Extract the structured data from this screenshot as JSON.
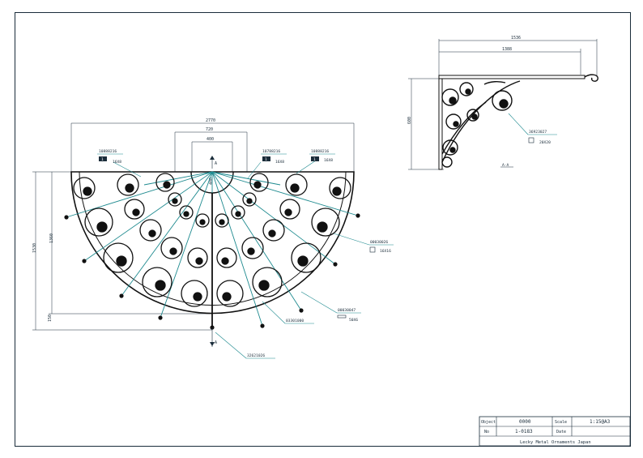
{
  "drawing": {
    "front_view": {
      "dimensions": {
        "overall_width": "2770",
        "inner_width": "720",
        "center_width": "400",
        "overall_height": "1530",
        "inner_height": "1360",
        "bottom_offset": "150",
        "center_height": "400"
      },
      "section_mark": "A",
      "callouts": [
        {
          "part_no": "10888216",
          "box": "1",
          "size": "16X8"
        },
        {
          "part_no": "10788216",
          "box": "1",
          "size": "16X8"
        },
        {
          "part_no": "10888216",
          "box": "1",
          "size": "16X8"
        },
        {
          "part_no": "00030026",
          "size": "16X16"
        },
        {
          "part_no": "00030047",
          "size": "50X6"
        },
        {
          "part_no": "03301000"
        },
        {
          "part_no": "32621026"
        }
      ]
    },
    "side_view": {
      "dimensions": {
        "overall_depth": "1536",
        "inner_depth": "1388",
        "height": "600"
      },
      "callout": {
        "part_no": "36923027",
        "size": "20X20"
      },
      "section_label": "A-A"
    }
  },
  "title_block": {
    "object_label": "Object",
    "object_value": "0000",
    "scale_label": "Scale",
    "scale_value": "1:15@A3",
    "no_label": "No",
    "no_value": "1-0183",
    "date_label": "Date",
    "date_value": "",
    "company": "Lecky Metal Ornaments Japan"
  },
  "colors": {
    "line": "#1a2c3a",
    "accent": "#1e8a8f",
    "ornament": "#111111"
  }
}
